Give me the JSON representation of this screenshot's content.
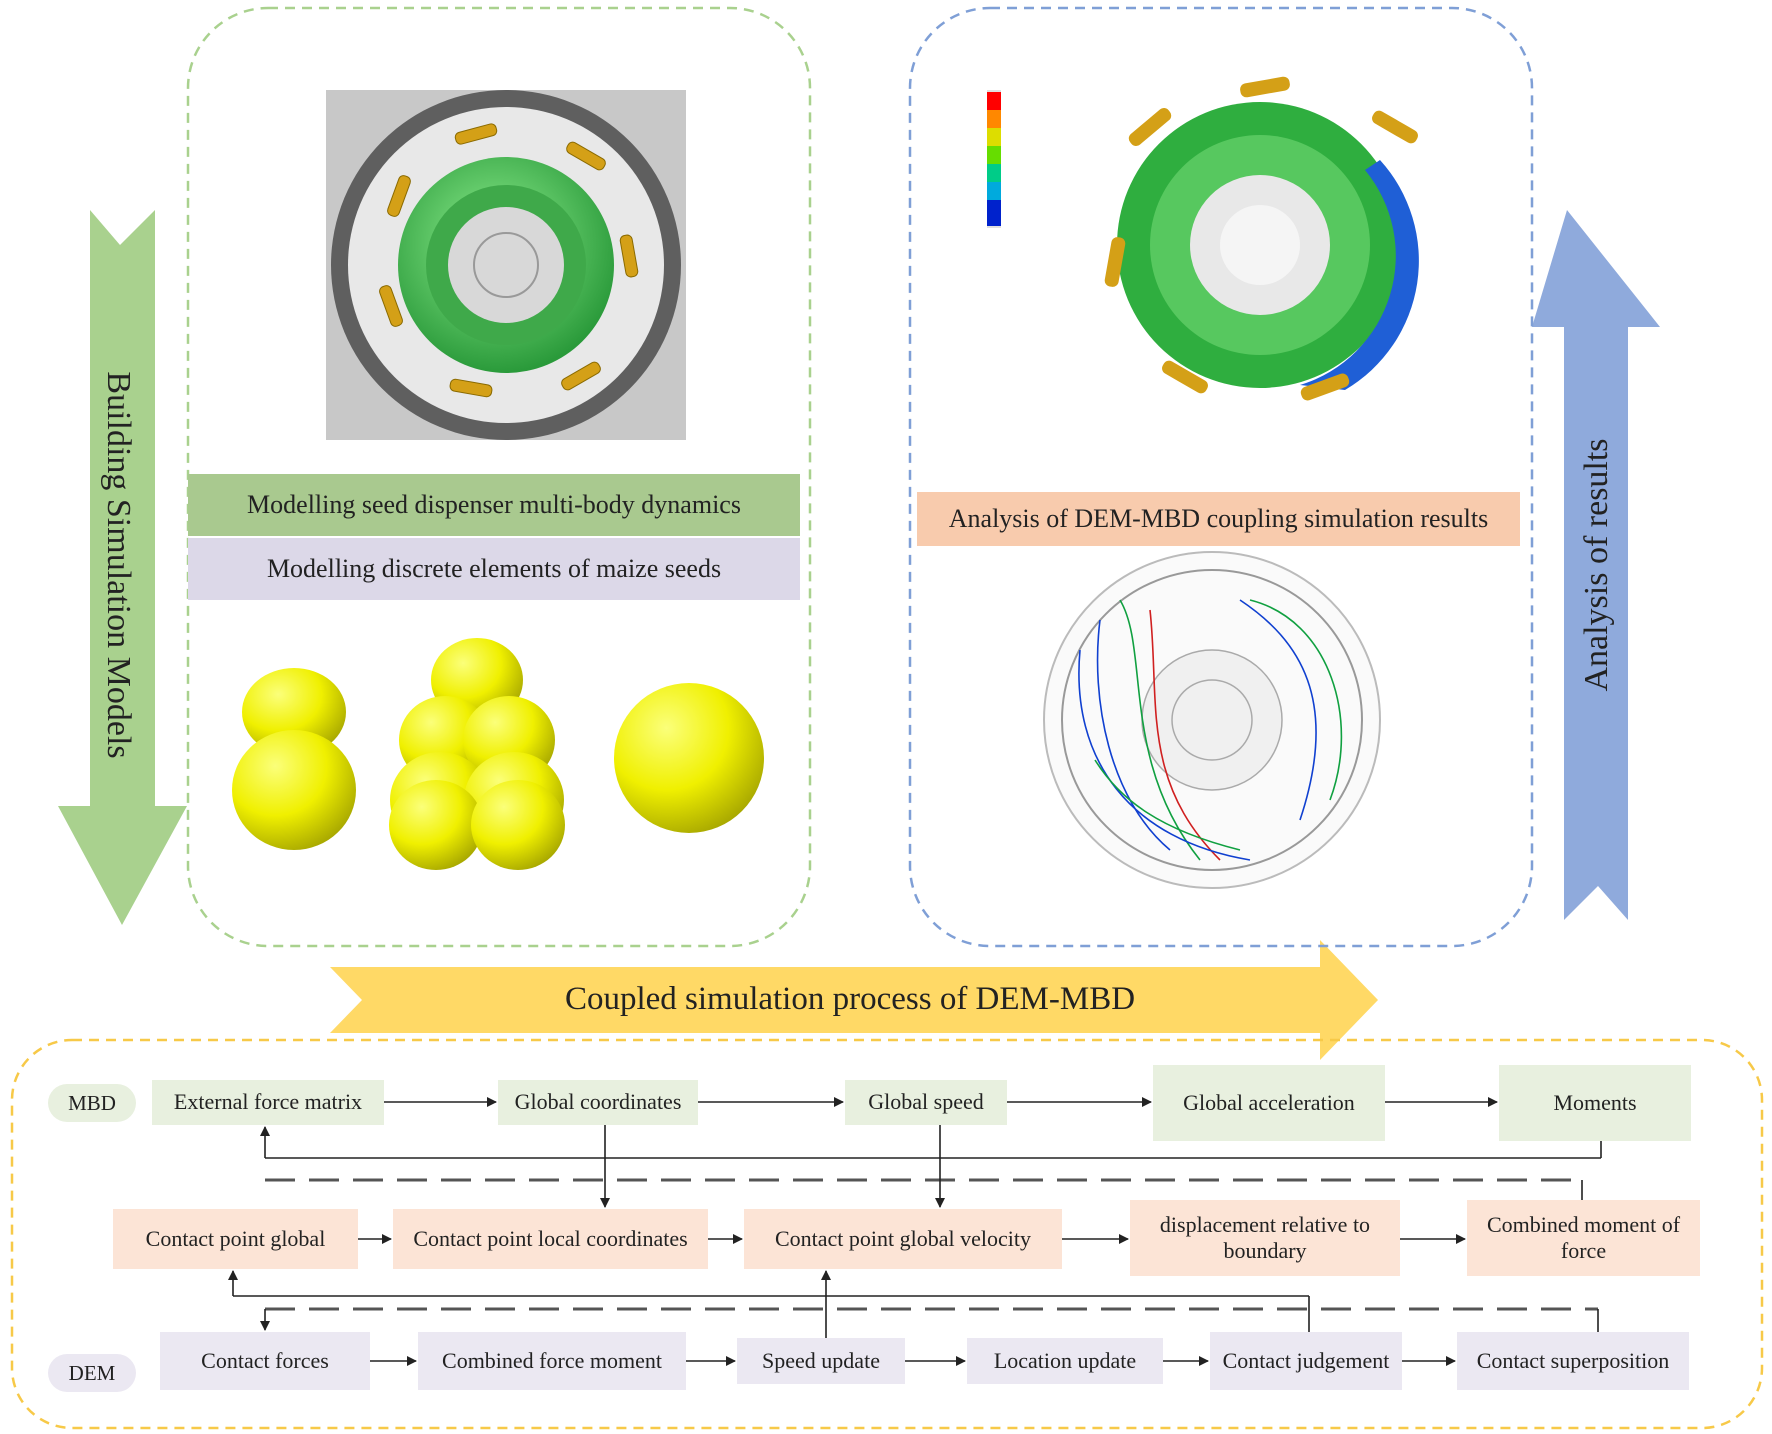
{
  "left_arrow_label": "Building Simulation Models",
  "right_arrow_label": "Analysis of results",
  "process_arrow_label": "Coupled simulation process of DEM-MBD",
  "left_panel": {
    "label_mbd": "Modelling seed dispenser multi-body dynamics",
    "label_dem": "Modelling discrete elements of maize seeds"
  },
  "right_panel": {
    "label": "Analysis of DEM-MBD coupling simulation results"
  },
  "flow": {
    "mbd_tag": "MBD",
    "dem_tag": "DEM",
    "mbd_row": [
      "External force matrix",
      "Global coordinates",
      "Global speed",
      "Global acceleration",
      "Moments"
    ],
    "contact_row": [
      "Contact point global",
      "Contact point local coordinates",
      "Contact point global velocity",
      "displacement relative to boundary",
      "Combined moment of force"
    ],
    "dem_row": [
      "Contact forces",
      "Combined force moment",
      "Speed update",
      "Location update",
      "Contact judgement",
      "Contact superposition"
    ]
  },
  "colors": {
    "green_arrow": "#a9d18e",
    "blue_arrow": "#8faadc",
    "yellow_arrow": "#ffd966",
    "green_dash": "#a9d18e",
    "blue_dash": "#7f9fd6",
    "yellow_dash": "#f7c948",
    "mbd_box": "#e8f0df",
    "contact_box": "#fce4d6",
    "dem_box": "#ebe8f2",
    "seed_yellow": "#f0f000"
  }
}
